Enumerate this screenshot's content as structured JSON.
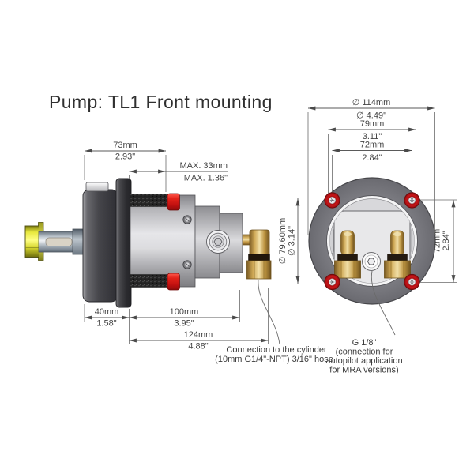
{
  "title": "Pump: TL1 Front mounting",
  "side_view": {
    "dims": {
      "d73": {
        "mm": "73mm",
        "in": "2.93\""
      },
      "max33": {
        "mm": "MAX. 33mm",
        "in": "MAX. 1.36\""
      },
      "d40": {
        "mm": "40mm",
        "in": "1.58\""
      },
      "d100": {
        "mm": "100mm",
        "in": "3.95\""
      },
      "d124": {
        "mm": "124mm",
        "in": "4.88\""
      }
    },
    "annotation": {
      "line1": "Connection to the cylinder",
      "line2": "(10mm G1/4\"-NPT) 3/16\" hose"
    }
  },
  "front_view": {
    "dims": {
      "d114": {
        "mm": "∅ 114mm",
        "in": "∅ 4.49\""
      },
      "d79": {
        "mm": "79mm",
        "in": "3.11\""
      },
      "d72_top": {
        "mm": "72mm",
        "in": "2.84\""
      },
      "d7960": {
        "mm": "∅ 79.60mm",
        "in": "∅ 3.14\""
      },
      "d72_right": {
        "mm": "72mm",
        "in": "2.84\""
      }
    },
    "annotation": {
      "line1": "G 1/8\"",
      "line2": "(connection for",
      "line3": "autopilot application",
      "line4": "for MRA versions)"
    }
  },
  "colors": {
    "screw_red": "#d8181b",
    "brass": "#cfa855",
    "shaft_nut_yellow": "#e8e83e",
    "body_gray": "#d9d9dc",
    "flange_dark": "#3a3a3e",
    "dimension_line": "#5a5a5a"
  }
}
